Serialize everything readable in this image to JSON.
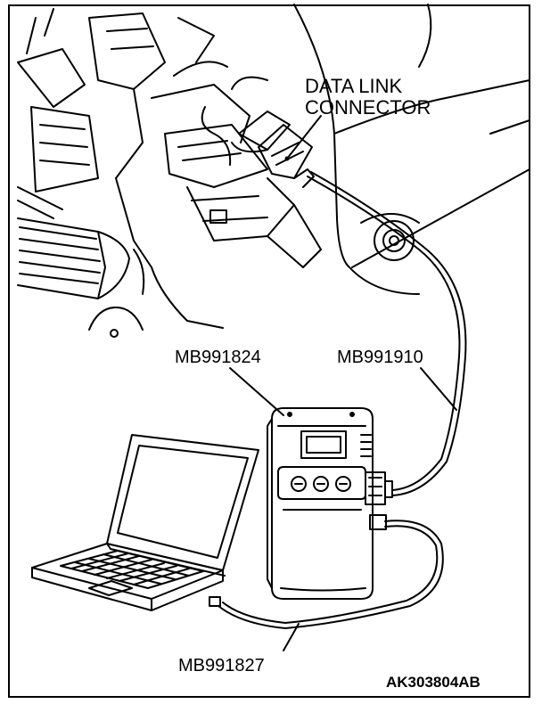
{
  "labels": {
    "connector_line1": "DATA LINK",
    "connector_line2": "CONNECTOR",
    "tool_mut": "MB991824",
    "cable_main": "MB991910",
    "cable_usb": "MB991827",
    "figure_ref": "AK303804AB"
  },
  "icons": {
    "engine_bay": "engine-bay-illustration",
    "connector": "diagnostic-connector",
    "scan_tool": "handheld-scan-tool",
    "laptop": "laptop-computer"
  },
  "colors": {
    "line": "#000000",
    "background": "#ffffff"
  }
}
